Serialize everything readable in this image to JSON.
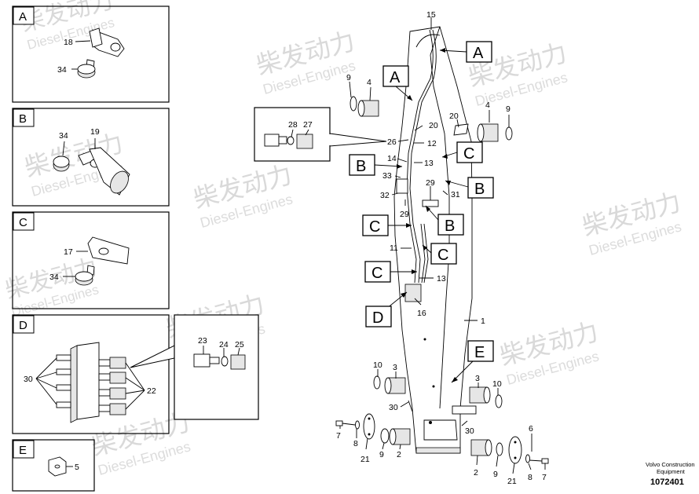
{
  "watermark": {
    "cn": "柴发动力",
    "en": "Diesel-Engines"
  },
  "panels": [
    {
      "letter": "A",
      "callouts": [
        "18",
        "34"
      ]
    },
    {
      "letter": "B",
      "callouts": [
        "34",
        "19"
      ]
    },
    {
      "letter": "C",
      "callouts": [
        "17",
        "34"
      ]
    },
    {
      "letter": "D",
      "callouts": [
        "30",
        "22"
      ]
    },
    {
      "letter": "E",
      "callouts": [
        "5"
      ]
    }
  ],
  "detail_D_callouts": [
    "23",
    "24",
    "25"
  ],
  "detail_28_27_callouts": [
    "28",
    "27"
  ],
  "boxed_labels": [
    "A",
    "A",
    "B",
    "B",
    "B",
    "C",
    "C",
    "C",
    "C",
    "D",
    "E"
  ],
  "main_callouts": {
    "n15": "15",
    "n9a": "9",
    "n4a": "4",
    "n4b": "4",
    "n9b": "9",
    "n20a": "20",
    "n20b": "20",
    "n26": "26",
    "n12": "12",
    "n14": "14",
    "n13a": "13",
    "n33": "33",
    "n29a": "29",
    "n31": "31",
    "n32": "32",
    "n29b": "29",
    "n11": "11",
    "n13b": "13",
    "n16": "16",
    "n1": "1",
    "n10a": "10",
    "n3a": "3",
    "n3b": "3",
    "n10b": "10",
    "n30": "30",
    "n7a": "7",
    "n8a": "8",
    "n21a": "21",
    "n9c": "9",
    "n2a": "2",
    "n6": "6",
    "n2b": "2",
    "n9d": "9",
    "n21b": "21",
    "n8b": "8",
    "n7b": "7"
  },
  "credit_line1": "Volvo Construction",
  "credit_line2": "Equipment",
  "doc_number": "1072401"
}
